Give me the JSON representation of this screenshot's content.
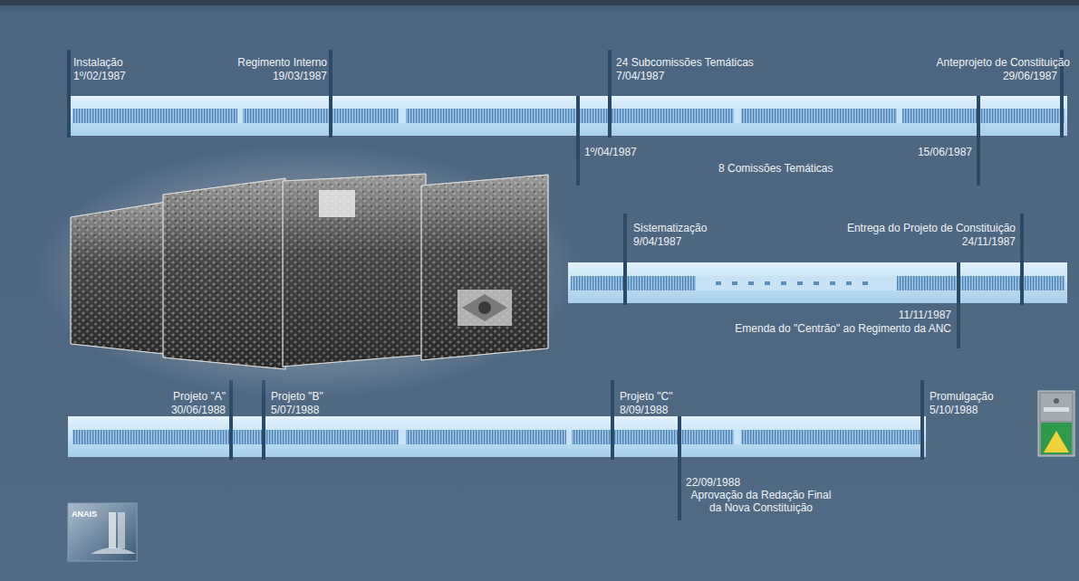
{
  "diagram": {
    "labels": [
      "Instalação",
      "1º/02/1987",
      "Regimento Interno",
      "19/03/1987",
      "24 Subcomissões Temáticas",
      "7/04/1987",
      "Anteprojeto de Constituição",
      "29/06/1987",
      "1º/04/1987",
      "15/06/1987",
      "8 Comissões Temáticas",
      "Sistematização",
      "9/04/1987",
      "Entrega do Projeto de Constituição",
      "24/11/1987",
      "11/11/1987",
      "Emenda do \"Centrão\" ao Regimento da ANC",
      "Projeto \"A\"",
      "30/06/1988",
      "Projeto \"B\"",
      "5/07/1988",
      "Projeto \"C\"",
      "8/09/1988",
      "22/09/1988",
      "Aprovação da Redação Final da Nova Constituição",
      "Promulgação",
      "5/10/1988",
      "ANAIS"
    ]
  }
}
